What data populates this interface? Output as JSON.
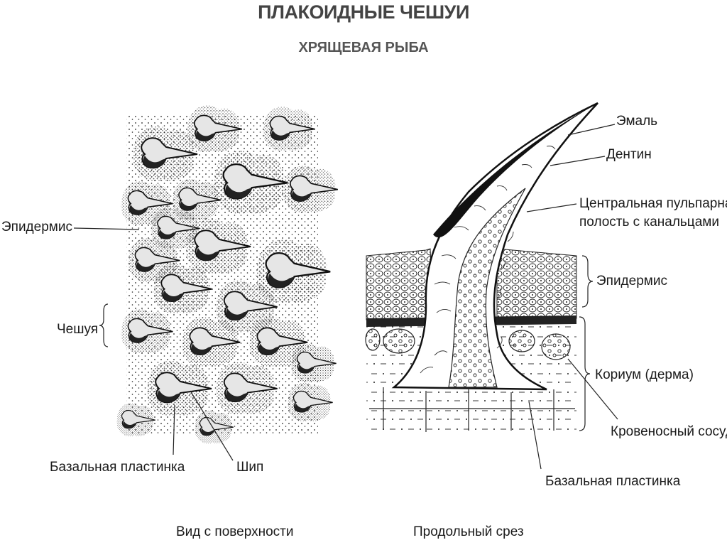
{
  "title": "ПЛАКОИДНЫЕ ЧЕШУИ",
  "subtitle": "ХРЯЩЕВАЯ РЫБА",
  "surface": {
    "epidermis": "Эпидермис",
    "scale": "Чешуя",
    "basal_plate": "Базальная пластинка",
    "spine": "Шип",
    "caption": "Вид с  поверхности"
  },
  "section": {
    "enamel": "Эмаль",
    "dentin": "Дентин",
    "pulp_line1": "Центральная пульпарная",
    "pulp_line2": "полость с  канальцами",
    "epidermis": "Эпидермис",
    "corium": "Кориум (дерма)",
    "blood_vessel": "Кровеносный сосуд",
    "basal_plate": "Базальная пластинка",
    "caption": "Продольный срез"
  }
}
